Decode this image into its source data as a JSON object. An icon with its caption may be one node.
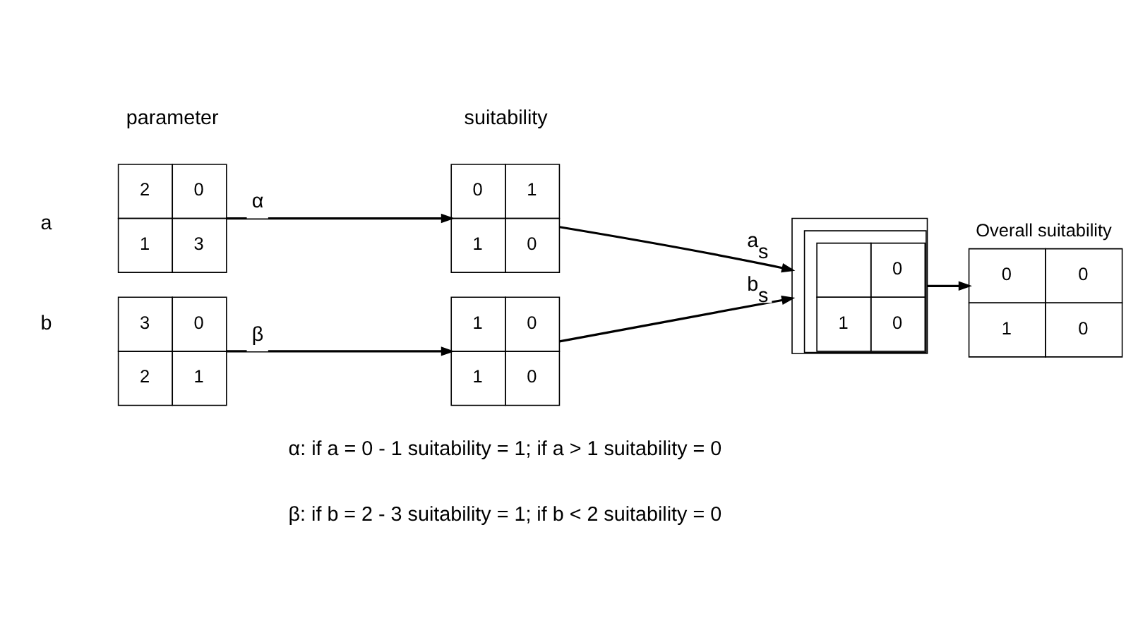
{
  "diagram": {
    "nodes": [
      {
        "text": [
          "2",
          "0",
          "1",
          "3"
        ]
      },
      {
        "text": [
          "0",
          "1",
          "1",
          "0"
        ]
      },
      {
        "text": [
          "0",
          "1",
          "0"
        ]
      },
      {
        "text": [
          "3",
          "0",
          "2",
          "1"
        ]
      },
      {
        "text": [
          "1",
          "0",
          "1",
          "0"
        ]
      },
      {
        "text": [
          "Overall suitability",
          "0",
          "0",
          "1",
          "0"
        ]
      }
    ],
    "edges": [
      {
        "from": 0,
        "to": 1,
        "arrow": "to",
        "label": "α"
      },
      {
        "from": 1,
        "to": 2,
        "arrow": "to",
        "label": "a$_{s}$"
      },
      {
        "from": 3,
        "to": 4,
        "arrow": "to",
        "label": "β"
      },
      {
        "from": 4,
        "to": 2,
        "arrow": "to",
        "label": "b$_{s}$"
      },
      {
        "from": 2,
        "to": 5,
        "arrow": "to"
      }
    ],
    "labels": [
      "parameter",
      "suitability",
      "a",
      "b",
      "α: if a = 0 - 1 suitability = 1; if a > 1 suitability = 0",
      "β: if b = 2 - 3 suitability = 1; if b < 2 suitability = 0"
    ]
  }
}
